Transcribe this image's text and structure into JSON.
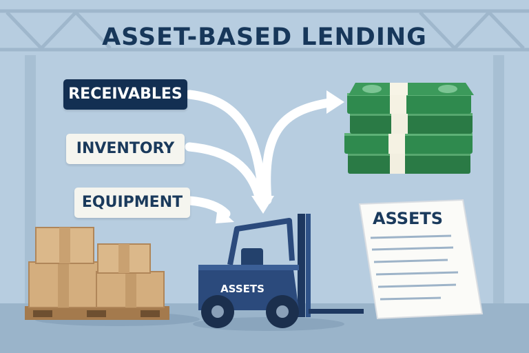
{
  "title": "ASSET-BASED LENDING",
  "labels": {
    "receivables": "RECEIVABLES",
    "inventory": "INVENTORY",
    "equipment": "EQUIPMENT"
  },
  "forklift": {
    "text": "ASSETS"
  },
  "document": {
    "title": "ASSETS"
  },
  "colors": {
    "sky": "#b7cde0",
    "navy": "#132f52",
    "label_light": "#f5f5ef",
    "forklift": "#2b4a7c",
    "cash": "#2f8a4e",
    "box": "#d6b383"
  }
}
